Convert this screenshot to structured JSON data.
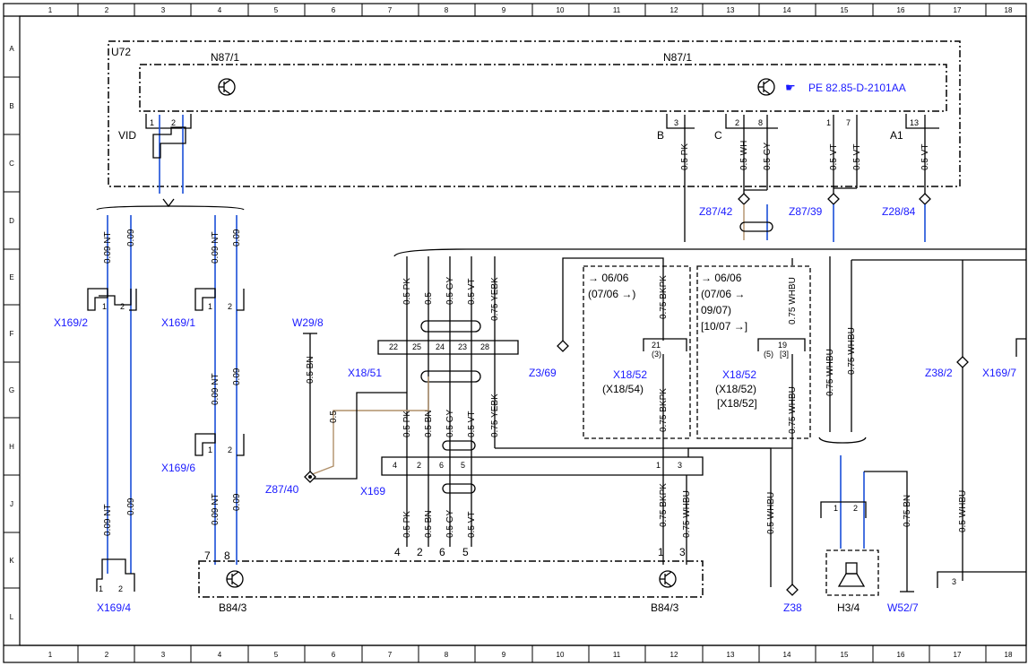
{
  "grid": {
    "columns": [
      "1",
      "2",
      "3",
      "4",
      "5",
      "6",
      "7",
      "8",
      "9",
      "10",
      "11",
      "12",
      "13",
      "14",
      "15",
      "16",
      "17",
      "18"
    ],
    "rows": [
      "A",
      "B",
      "C",
      "D",
      "E",
      "F",
      "G",
      "H",
      "J",
      "K",
      "L"
    ]
  },
  "colors": {
    "line": "#000000",
    "blue_wire": "#1a4fd8",
    "brown_wire": "#b0906a",
    "ref_text": "#1a1aff"
  },
  "modules": {
    "u72": "U72",
    "n87_left": "N87/1",
    "n87_right": "N87/1",
    "pe_ref": "PE 82.85-D-2101AA",
    "vid": "VID",
    "b_conn": "B",
    "c_conn": "C",
    "a1_conn": "A1",
    "b84_left": "B84/3",
    "b84_right": "B84/3",
    "h3_4": "H3/4"
  },
  "refs": {
    "z87_42": "Z87/42",
    "z87_39": "Z87/39",
    "z28_84": "Z28/84",
    "x169_2": "X169/2",
    "x169_1": "X169/1",
    "x169_6": "X169/6",
    "x169_4": "X169/4",
    "w29_8": "W29/8",
    "x18_51": "X18/51",
    "z87_40": "Z87/40",
    "x169": "X169",
    "z3_69": "Z3/69",
    "x18_52a": "X18/52",
    "x18_54": "(X18/54)",
    "x18_52b": "X18/52",
    "x18_52c": "(X18/52)",
    "x18_52d": "[X18/52]",
    "z38_2": "Z38/2",
    "x169_7": "X169/7",
    "z38": "Z38",
    "w52_7": "W52/7"
  },
  "dates": {
    "a1": "06/06",
    "a2": "(07/06",
    "b1": "06/06",
    "b2": "(07/06",
    "b3": "09/07)",
    "b4": "[10/07"
  },
  "wires": {
    "pk05": "0.5 PK",
    "wh05": "0.5 WH",
    "gy05": "0.5 GY",
    "vt05": "0.5 VT",
    "nt009": "0.09 NT",
    "w009": "0.09",
    "bn05": "0.5 BN",
    "w05": "0.5",
    "yebk075": "0.75 YEBK",
    "bkpk075": "0.75 BKPK",
    "whbu075": "0.75 WHBU",
    "whbu05": "0.5 WHBU",
    "bn075": "0.75 BN"
  },
  "pins": {
    "p1": "1",
    "p2": "2",
    "p3": "3",
    "p4": "4",
    "p5": "5",
    "p6": "6",
    "p7": "7",
    "p8": "8",
    "p13": "13",
    "p19": "19",
    "p21": "21",
    "p22": "22",
    "p23": "23",
    "p24": "24",
    "p25": "25",
    "p28": "28",
    "p3b": "(3)",
    "p5b": "(5)",
    "p3s": "[3]"
  }
}
